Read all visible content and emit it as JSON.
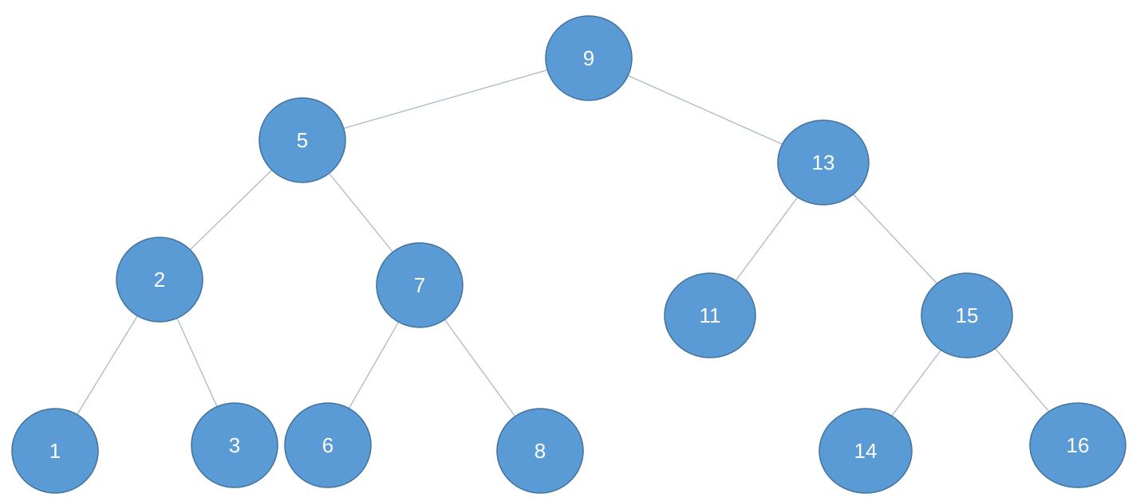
{
  "tree": {
    "colors": {
      "node_fill": "#5b9bd5",
      "node_stroke": "#41719c",
      "edge": "#a9b9cc",
      "label": "#ffffff"
    },
    "nodes": [
      {
        "id": "n9",
        "label": "9"
      },
      {
        "id": "n5",
        "label": "5"
      },
      {
        "id": "n13",
        "label": "13"
      },
      {
        "id": "n2",
        "label": "2"
      },
      {
        "id": "n7",
        "label": "7"
      },
      {
        "id": "n11",
        "label": "11"
      },
      {
        "id": "n15",
        "label": "15"
      },
      {
        "id": "n1",
        "label": "1"
      },
      {
        "id": "n3",
        "label": "3"
      },
      {
        "id": "n6",
        "label": "6"
      },
      {
        "id": "n8",
        "label": "8"
      },
      {
        "id": "n14",
        "label": "14"
      },
      {
        "id": "n16",
        "label": "16"
      }
    ],
    "edges": [
      {
        "from": "n9",
        "to": "n5"
      },
      {
        "from": "n9",
        "to": "n13"
      },
      {
        "from": "n5",
        "to": "n2"
      },
      {
        "from": "n5",
        "to": "n7"
      },
      {
        "from": "n13",
        "to": "n11"
      },
      {
        "from": "n13",
        "to": "n15"
      },
      {
        "from": "n2",
        "to": "n1"
      },
      {
        "from": "n2",
        "to": "n3"
      },
      {
        "from": "n7",
        "to": "n6"
      },
      {
        "from": "n7",
        "to": "n8"
      },
      {
        "from": "n15",
        "to": "n14"
      },
      {
        "from": "n15",
        "to": "n16"
      }
    ]
  }
}
